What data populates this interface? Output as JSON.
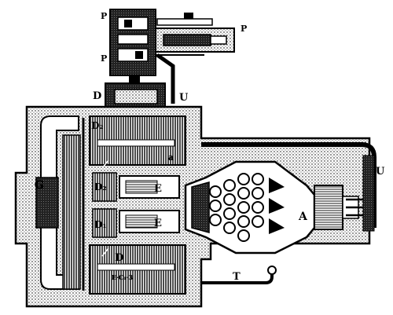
{
  "figure": {
    "labels": {
      "P_top": "P",
      "P_right": "P",
      "P_lower": "P",
      "D_top": "D",
      "U_top": "U",
      "U_right": "U",
      "D2_upper": "D₂",
      "D2_lower": "D₂",
      "D1": "D₁",
      "D_bottom": "D",
      "E_upper": "E",
      "E_lower": "E",
      "G": "G",
      "A": "A",
      "T": "T",
      "a": "a",
      "small_note": "E·C₁·3"
    },
    "colors": {
      "ink": "#000000",
      "paper": "#ffffff",
      "shade": "#bdbdbd"
    }
  }
}
